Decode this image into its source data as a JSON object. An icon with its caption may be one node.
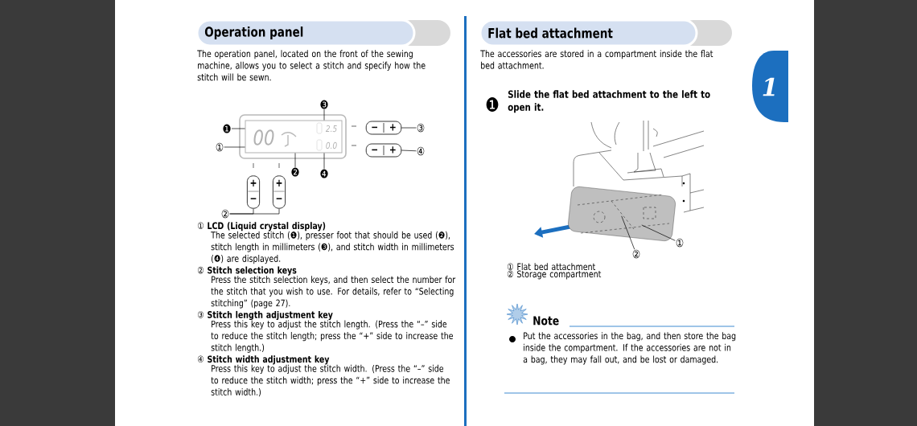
{
  "diagram": {
    "nodes": [
      {
        "text": [
          "00",
          "2.5",
          "0.0"
        ]
      },
      {
        "text": [
          "❶"
        ]
      },
      {
        "text": [
          "①"
        ]
      },
      {
        "text": [
          "❷"
        ]
      },
      {
        "text": [
          "❸"
        ]
      },
      {
        "text": [
          "❹"
        ]
      },
      {
        "text": [
          "−",
          "+"
        ]
      },
      {
        "text": [
          "−",
          "+"
        ]
      },
      {
        "text": [
          "③"
        ]
      },
      {
        "text": [
          "④"
        ]
      },
      {
        "text": [
          "+",
          "−"
        ]
      },
      {
        "text": [
          "+",
          "−"
        ]
      },
      {
        "text": [
          "②"
        ]
      },
      {
        "text": [
          "1"
        ]
      },
      {
        "text": [
          "❶"
        ],
        "beside": [
          "Slide the flat bed attachment to the left to open it."
        ]
      },
      {
        "text": [],
        "shape": "box"
      },
      {
        "text": [
          "①"
        ]
      },
      {
        "text": [
          "②"
        ]
      }
    ],
    "edges": [
      {
        "from": 1,
        "to": 0,
        "arrow": "none"
      },
      {
        "from": 2,
        "to": 0,
        "arrow": "none"
      },
      {
        "from": 3,
        "to": 0,
        "arrow": "none"
      },
      {
        "from": 4,
        "to": 0,
        "arrow": "none"
      },
      {
        "from": 5,
        "to": 0,
        "arrow": "none"
      },
      {
        "from": 8,
        "to": 6,
        "arrow": "none"
      },
      {
        "from": 9,
        "to": 7,
        "arrow": "none"
      },
      {
        "from": 12,
        "to": 10,
        "arrow": "none"
      },
      {
        "from": 12,
        "to": 11,
        "arrow": "none"
      },
      {
        "from": 16,
        "to": 15,
        "arrow": "none"
      },
      {
        "from": 17,
        "to": 15,
        "arrow": "none"
      }
    ],
    "labels": [
      "Operation panel",
      "The operation panel, located on the front of the sewing machine, allows you to select a stitch and specify how the stitch will be sewn.",
      "① **LCD (Liquid crystal display)**",
      "The selected stitch (❶), presser foot that should be used (❷), stitch length in millimeters (❸), and stitch width in millimeters (❹) are displayed.",
      "② **Stitch selection keys**",
      "Press the stitch selection keys, and then select the number for the stitch that you wish to use. For details, refer to “Selecting stitching” (page 27).",
      "③ **Stitch length adjustment key**",
      "Press this key to adjust the stitch length. (Press the “–” side to reduce the stitch length; press the “+” side to increase the stitch length.)",
      "④ **Stitch width adjustment key**",
      "Press this key to adjust the stitch width. (Press the “–” side to reduce the stitch width; press the “+” side to increase the stitch width.)",
      "Flat bed attachment",
      "The accessories are stored in a compartment inside the flat bed attachment.",
      "① Flat bed attachment",
      "② Storage compartment",
      "Note",
      "Put the accessories in the bag, and then store the bag inside the compartment. If the accessories are not in a bag, they may fall out, and be lost or damaged."
    ]
  }
}
